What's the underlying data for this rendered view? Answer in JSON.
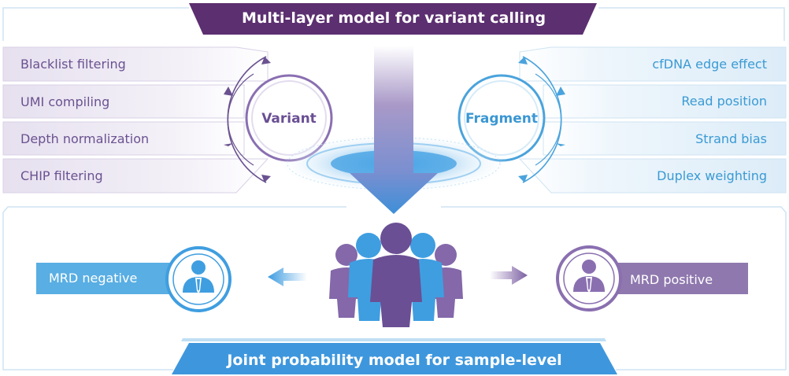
{
  "top_title": "Multi-layer model for variant calling",
  "bottom_title": "Joint probability model for sample-level",
  "variant": {
    "label": "Variant",
    "items": [
      "Blacklist filtering",
      "UMI compiling",
      "Depth normalization",
      "CHIP filtering"
    ]
  },
  "fragment": {
    "label": "Fragment",
    "items": [
      "cfDNA edge effect",
      "Read position",
      "Strand bias",
      "Duplex weighting"
    ]
  },
  "mrd_negative": "MRD negative",
  "mrd_positive": "MRD positive",
  "colors": {
    "purple": "#6a4f94",
    "purple_dark": "#5b2f6e",
    "blue": "#4aa3dc",
    "blue_bright": "#2f8fd6",
    "mrd_negative_box": "#59aee3",
    "mrd_positive_box": "#8f78ae"
  },
  "icons": [
    "business-person-icon",
    "crowd-icon",
    "left-arrow-icon",
    "right-arrow-icon",
    "down-arrow-icon"
  ]
}
